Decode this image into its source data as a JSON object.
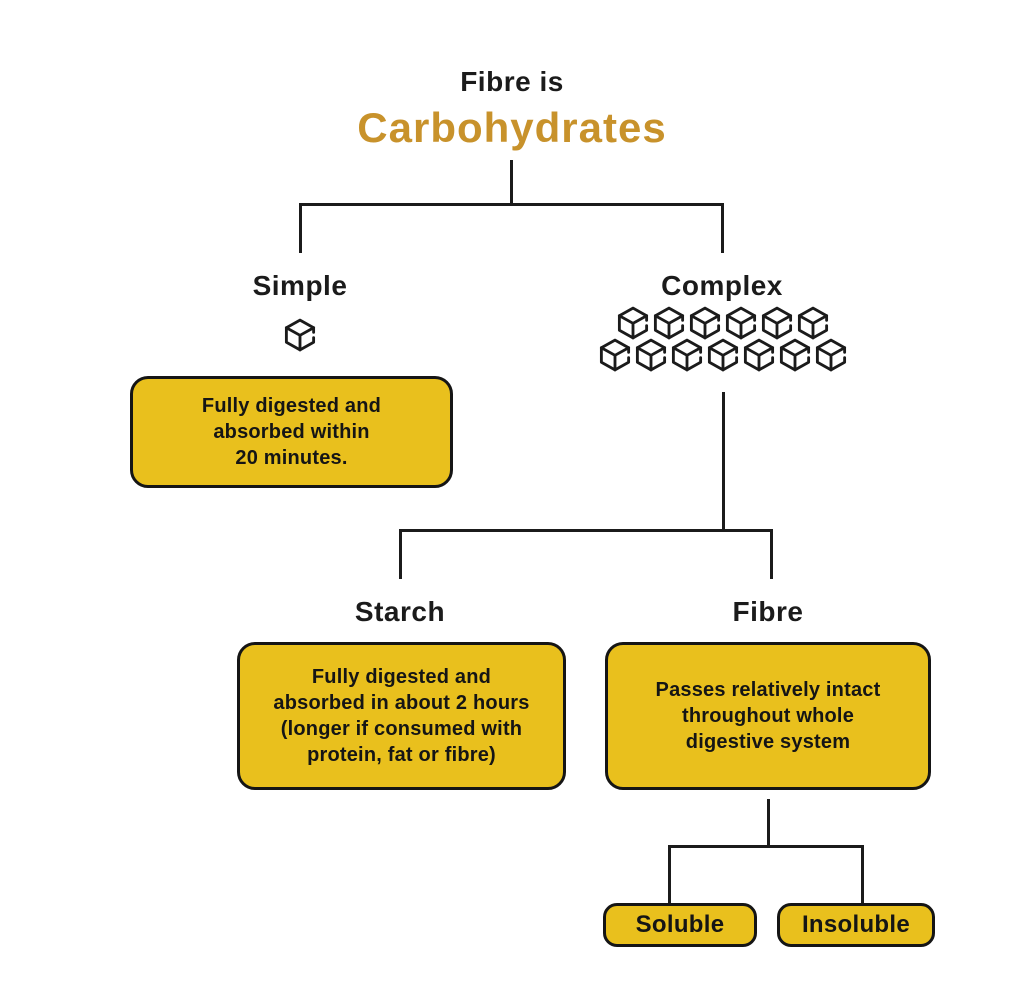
{
  "title": {
    "line1": "Fibre is",
    "line2": "Carbohydrates"
  },
  "colors": {
    "accent_gold": "#c8922b",
    "box_yellow": "#e9c01d",
    "line_black": "#1b1b1b",
    "background": "#ffffff"
  },
  "nodes": {
    "simple": {
      "label": "Simple",
      "icon": "sugar-cube-icon",
      "cube_rows": [
        1
      ],
      "note": "Fully digested and\nabsorbed within\n20 minutes."
    },
    "complex": {
      "label": "Complex",
      "icon": "sugar-cube-icon",
      "cube_rows": [
        6,
        7
      ]
    },
    "starch": {
      "label": "Starch",
      "note": "Fully digested and\nabsorbed in about 2 hours\n(longer if consumed with\nprotein, fat or fibre)"
    },
    "fibre": {
      "label": "Fibre",
      "note": "Passes relatively intact\nthroughout whole\ndigestive system"
    },
    "soluble": {
      "label": "Soluble"
    },
    "insoluble": {
      "label": "Insoluble"
    }
  }
}
